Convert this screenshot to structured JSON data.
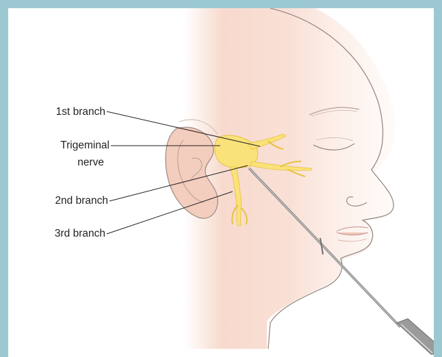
{
  "labels": {
    "first_branch": "1st branch",
    "trigeminal_line1": "Trigeminal",
    "trigeminal_line2": "nerve",
    "second_branch": "2nd branch",
    "third_branch": "3rd branch"
  },
  "colors": {
    "frame": "#9cc8d2",
    "skin": "#f6d3c4",
    "outline": "#9a8a84",
    "nerve": "#f9e27a",
    "nerve_outline": "#e7c23a",
    "needle": "#8a8a8a",
    "leader": "#231f20"
  },
  "icons": [
    "needle-icon",
    "ear-icon",
    "eye-icon",
    "nose-icon",
    "mouth-icon"
  ]
}
